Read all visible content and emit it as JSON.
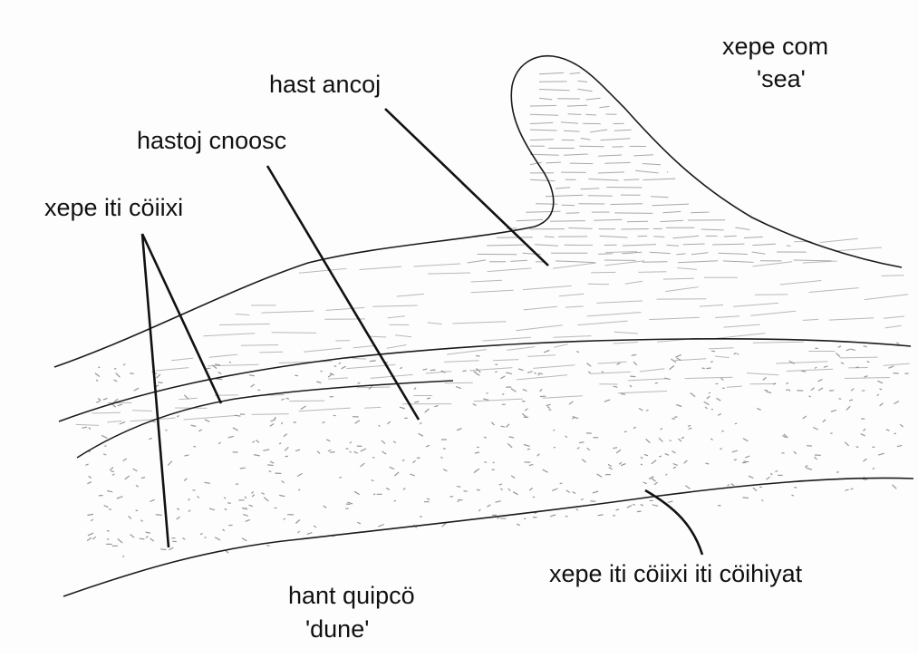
{
  "labels": {
    "sea_line1": "xepe com",
    "sea_line2": "'sea'",
    "hast_ancoj": "hast ancoj",
    "hastoj_cnoosc": "hastoj cnoosc",
    "xepe_iti_coiixi": "xepe iti cöiixi",
    "xepe_iti_coiixi_iti_coihiyat": "xepe iti cöiixi iti cöihiyat",
    "dune_line1": "hant quipcö",
    "dune_line2": "'dune'"
  },
  "colors": {
    "ink": "#111111",
    "sketch": "#8a8a8a",
    "paper": "#fdfdfd"
  }
}
